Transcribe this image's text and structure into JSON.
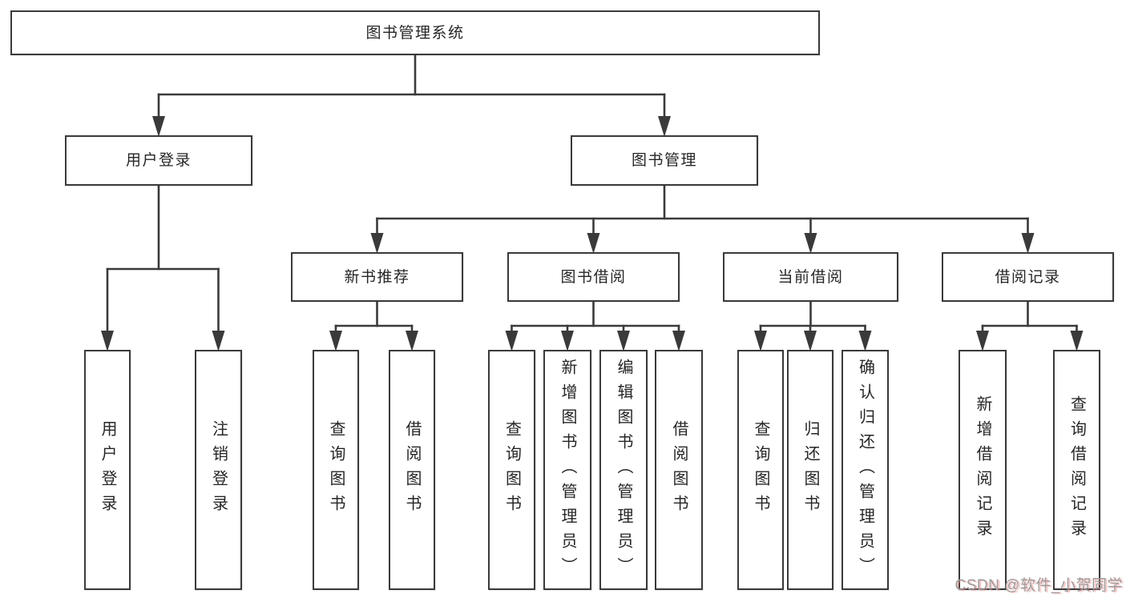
{
  "diagram_title": "图书管理系统",
  "nodes": {
    "root": {
      "label": "图书管理系统"
    },
    "user_login": {
      "label": "用户登录"
    },
    "book_mgmt": {
      "label": "图书管理"
    },
    "new_book_rec": {
      "label": "新书推荐"
    },
    "book_borrow": {
      "label": "图书借阅"
    },
    "current_borrow": {
      "label": "当前借阅"
    },
    "borrow_records": {
      "label": "借阅记录"
    },
    "leaf_user_login": {
      "label": "用户登录"
    },
    "leaf_logout": {
      "label": "注销登录"
    },
    "leaf_nbr_query": {
      "label": "查询图书"
    },
    "leaf_nbr_borrow": {
      "label": "借阅图书"
    },
    "leaf_bb_query": {
      "label": "查询图书"
    },
    "leaf_bb_add": {
      "label": "新增图书（管理员）"
    },
    "leaf_bb_edit": {
      "label": "编辑图书（管理员）"
    },
    "leaf_bb_borrow": {
      "label": "借阅图书"
    },
    "leaf_cb_query": {
      "label": "查询图书"
    },
    "leaf_cb_return": {
      "label": "归还图书"
    },
    "leaf_cb_confirm": {
      "label": "确认归还（管理员）"
    },
    "leaf_br_add": {
      "label": "新增借阅记录"
    },
    "leaf_br_query": {
      "label": "查询借阅记录"
    }
  },
  "edges": [
    {
      "from": "root",
      "to": [
        "user_login",
        "book_mgmt"
      ]
    },
    {
      "from": "user_login",
      "to": [
        "leaf_user_login",
        "leaf_logout"
      ]
    },
    {
      "from": "book_mgmt",
      "to": [
        "new_book_rec",
        "book_borrow",
        "current_borrow",
        "borrow_records"
      ]
    },
    {
      "from": "new_book_rec",
      "to": [
        "leaf_nbr_query",
        "leaf_nbr_borrow"
      ]
    },
    {
      "from": "book_borrow",
      "to": [
        "leaf_bb_query",
        "leaf_bb_add",
        "leaf_bb_edit",
        "leaf_bb_borrow"
      ]
    },
    {
      "from": "current_borrow",
      "to": [
        "leaf_cb_query",
        "leaf_cb_return",
        "leaf_cb_confirm"
      ]
    },
    {
      "from": "borrow_records",
      "to": [
        "leaf_br_add",
        "leaf_br_query"
      ]
    }
  ],
  "watermark": {
    "text": "CSDN @软件_小贺同学"
  },
  "colors": {
    "line": "#3a3a3a",
    "border": "#3a3a3a",
    "text": "#262626",
    "watermark": "#9c9c9c",
    "watermark_shadow": "#f38282",
    "background": "#ffffff"
  }
}
